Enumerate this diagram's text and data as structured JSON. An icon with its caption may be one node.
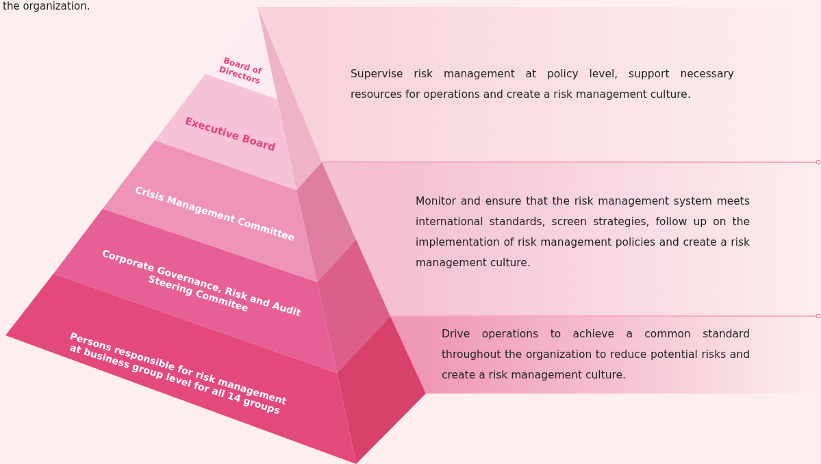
{
  "diagram": {
    "nodes": [
      {
        "text": [
          "Board of Directors"
        ]
      },
      {
        "text": [
          "Executive Board"
        ]
      },
      {
        "text": [
          "Crisis Management Committee"
        ]
      },
      {
        "text": [
          "Corporate Governance, Risk and Audit Steering Commitee"
        ]
      },
      {
        "text": [
          "Persons responsible for risk management at business group level for all 14 groups"
        ]
      },
      {
        "text": [
          "Supervise risk management at policy level, support necessary resources for operations and create a risk management culture."
        ]
      },
      {
        "text": [
          "Monitor and ensure that the risk management system meets international standards, screen strategies, follow up on the implementation of risk management policies and create a risk management culture."
        ]
      },
      {
        "text": [
          "Drive operations to achieve a common standard throughout the organization to reduce potential risks and create a risk management culture."
        ]
      }
    ],
    "edges": [],
    "labels": [
      "the organization."
    ]
  }
}
